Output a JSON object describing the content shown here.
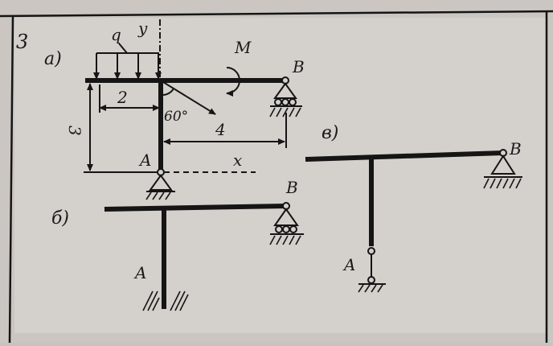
{
  "problem_number": "3",
  "panels": {
    "a": {
      "label": "а)",
      "load_q": "q",
      "axis_y": "y",
      "moment": "M",
      "support_b": "B",
      "support_a": "A",
      "dim_2": "2",
      "dim_3": "3",
      "dim_4": "4",
      "angle": "60°",
      "axis_x": "x"
    },
    "b": {
      "label": "б)",
      "support_b": "B",
      "support_a": "A"
    },
    "v": {
      "label": "в)",
      "support_b": "B",
      "support_a": "A"
    }
  }
}
